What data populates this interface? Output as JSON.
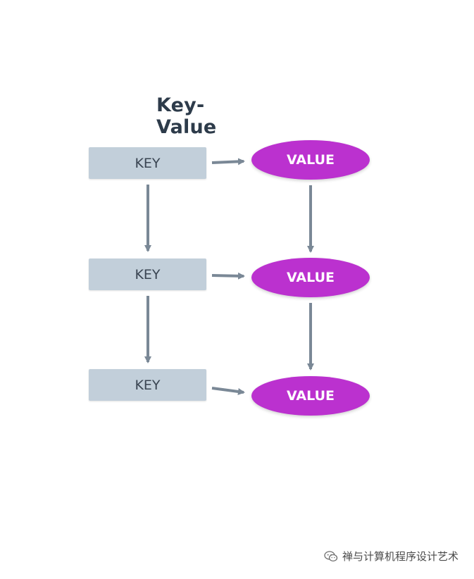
{
  "title": "Key-Value",
  "colors": {
    "title_text": "#2d3b4a",
    "key_fill": "#c2cfda",
    "key_text": "#3a4552",
    "value_fill": "#bb31cf",
    "value_text": "#ffffff",
    "arrow": "#7a8896"
  },
  "keys": [
    {
      "label": "KEY"
    },
    {
      "label": "KEY"
    },
    {
      "label": "KEY"
    }
  ],
  "values": [
    {
      "label": "VALUE"
    },
    {
      "label": "VALUE"
    },
    {
      "label": "VALUE"
    }
  ],
  "watermark": {
    "icon": "wechat-icon",
    "text": "禅与计算机程序设计艺术"
  }
}
